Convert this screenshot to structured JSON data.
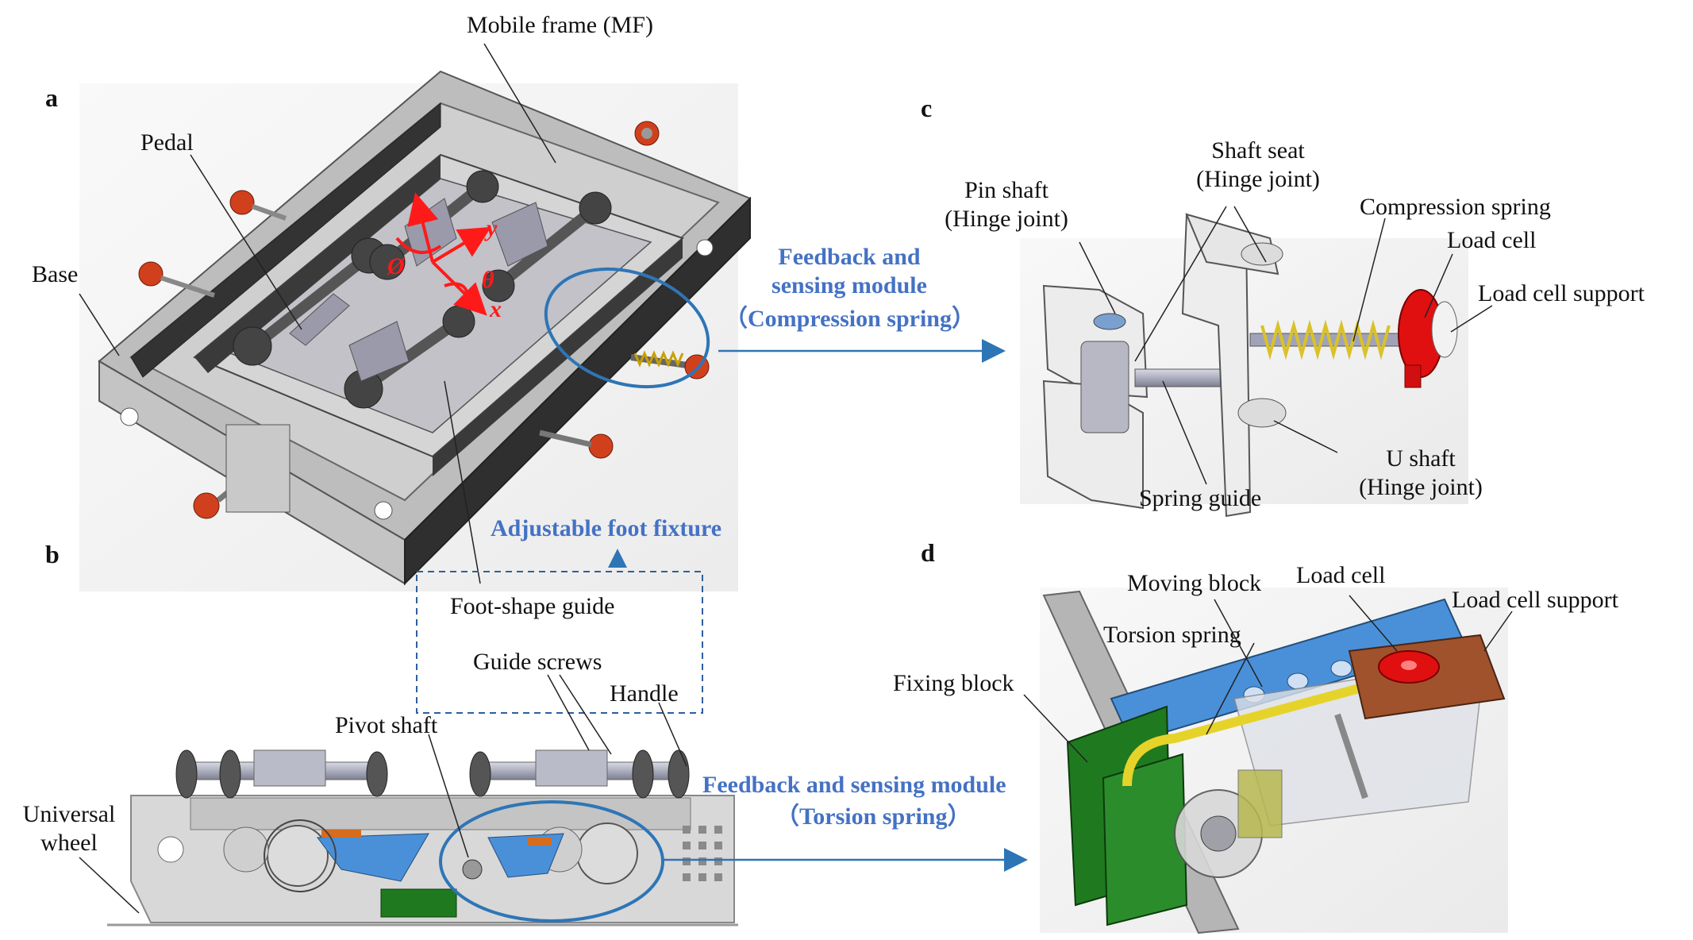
{
  "panels": {
    "a": "a",
    "b": "b",
    "c": "c",
    "d": "d"
  },
  "labels_a": {
    "mobile_frame": "Mobile frame (MF)",
    "pedal": "Pedal",
    "base": "Base",
    "foot_shape_guide": "Foot-shape guide",
    "axis_y": "y",
    "axis_x": "x",
    "axis_theta": "θ",
    "axis_phi": "Ø"
  },
  "callouts": {
    "compression_module": [
      "Feedback and",
      "sensing module",
      "（Compression spring）"
    ],
    "adjustable_foot_fixture": "Adjustable foot fixture",
    "torsion_module": [
      "Feedback and sensing module",
      "（Torsion spring）"
    ]
  },
  "labels_b": {
    "guide_screws": "Guide screws",
    "handle": "Handle",
    "pivot_shaft": "Pivot shaft",
    "universal_wheel": [
      "Universal",
      "wheel"
    ]
  },
  "labels_c": {
    "pin_shaft": [
      "Pin shaft",
      "(Hinge joint)"
    ],
    "shaft_seat": [
      "Shaft seat",
      "(Hinge joint)"
    ],
    "compression_spring": "Compression spring",
    "load_cell": "Load cell",
    "load_cell_support": "Load cell support",
    "u_shaft": [
      "U shaft",
      "(Hinge joint)"
    ],
    "spring_guide": "Spring guide"
  },
  "labels_d": {
    "moving_block": "Moving block",
    "load_cell": "Load cell",
    "load_cell_support": "Load cell support",
    "torsion_spring": "Torsion spring",
    "fixing_block": "Fixing block"
  },
  "colors": {
    "accent_blue": "#4472c4",
    "arrow_blue": "#2e75b6",
    "frame_dark": "#2e2e2e",
    "frame_grey": "#c9c9c9",
    "load_cell_red": "#e01010",
    "spring_yellow": "#e6d32a",
    "block_green": "#1f7a1f",
    "block_blue": "#4a90d9",
    "support_brown": "#a0522d"
  }
}
